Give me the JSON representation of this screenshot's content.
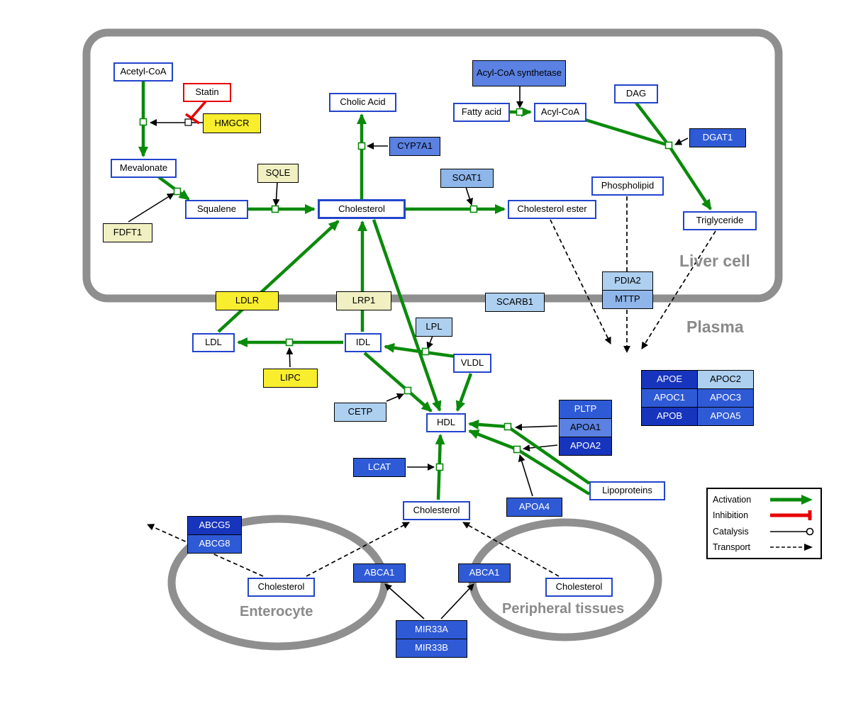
{
  "compartments": {
    "liver": "Liver cell",
    "plasma": "Plasma",
    "enterocyte": "Enterocyte",
    "peripheral": "Peripheral tissues"
  },
  "nodes": {
    "acetyl_coa": "Acetyl-CoA",
    "statin": "Statin",
    "hmgcr": "HMGCR",
    "mevalonate": "Mevalonate",
    "fdft1": "FDFT1",
    "squalene": "Squalene",
    "sqle": "SQLE",
    "cholesterol_liver": "Cholesterol",
    "cholic_acid": "Cholic Acid",
    "cyp7a1": "CYP7A1",
    "soat1": "SOAT1",
    "cholesterol_ester": "Cholesterol ester",
    "acyl_coa_synthetase": "Acyl-CoA synthetase",
    "fatty_acid": "Fatty acid",
    "acyl_coa": "Acyl-CoA",
    "dag": "DAG",
    "dgat1": "DGAT1",
    "phospholipid": "Phospholipid",
    "triglyceride": "Triglyceride",
    "ldlr": "LDLR",
    "lrp1": "LRP1",
    "scarb1": "SCARB1",
    "pdia2": "PDIA2",
    "mttp": "MTTP",
    "ldl": "LDL",
    "idl": "IDL",
    "lpl": "LPL",
    "vldl": "VLDL",
    "lipc": "LIPC",
    "cetp": "CETP",
    "hdl": "HDL",
    "pltp": "PLTP",
    "apoa1": "APOA1",
    "apoa2": "APOA2",
    "lcat": "LCAT",
    "apoa4": "APOA4",
    "lipoproteins": "Lipoproteins",
    "apoe": "APOE",
    "apoc2": "APOC2",
    "apoc1": "APOC1",
    "apoc3": "APOC3",
    "apob": "APOB",
    "apoa5": "APOA5",
    "cholesterol_plasma": "Cholesterol",
    "abcg5": "ABCG5",
    "abcg8": "ABCG8",
    "cholesterol_enterocyte": "Cholesterol",
    "abca1_left": "ABCA1",
    "abca1_right": "ABCA1",
    "cholesterol_peripheral": "Cholesterol",
    "mir33a": "MIR33A",
    "mir33b": "MIR33B"
  },
  "legend": {
    "activation": "Activation",
    "inhibition": "Inhibition",
    "catalysis": "Catalysis",
    "transport": "Transport"
  },
  "colors": {
    "activation": "#0a8a0a",
    "inhibition": "#e80000",
    "membrane": "#8f8f8f",
    "metabolite_border": "#2244cc",
    "gene_yellow": "#f9ee2e",
    "gene_pale_yellow": "#f0f0c2",
    "gene_blue_light": "#aed0f0",
    "gene_blue_medium": "#5b81e2",
    "gene_blue_strong": "#2f5ad6",
    "gene_blue_dark": "#1734bd"
  }
}
